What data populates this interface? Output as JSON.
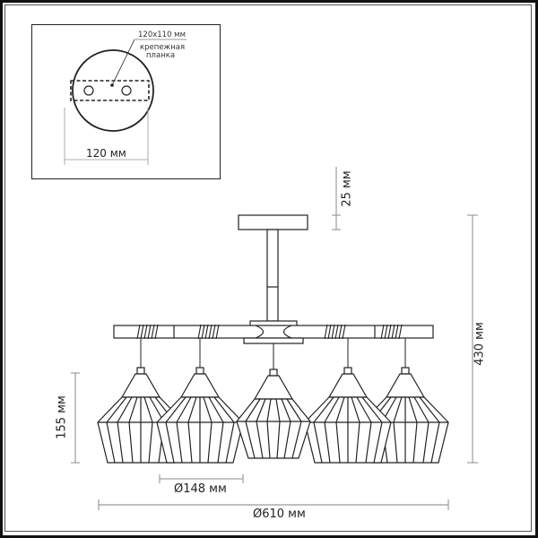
{
  "inset": {
    "plate_size": "120x110 мм",
    "plate_label_line1": "крепежная",
    "plate_label_line2": "планка",
    "base_diameter": "120 мм"
  },
  "dimensions": {
    "canopy_height": "25 мм",
    "total_height": "430 мм",
    "shade_height": "155 мм",
    "shade_diameter": "Ø148 мм",
    "total_diameter": "Ø610 мм"
  },
  "fixture": {
    "shade_count": 5,
    "line_color": "#222222",
    "dimension_line_color": "#888888"
  }
}
